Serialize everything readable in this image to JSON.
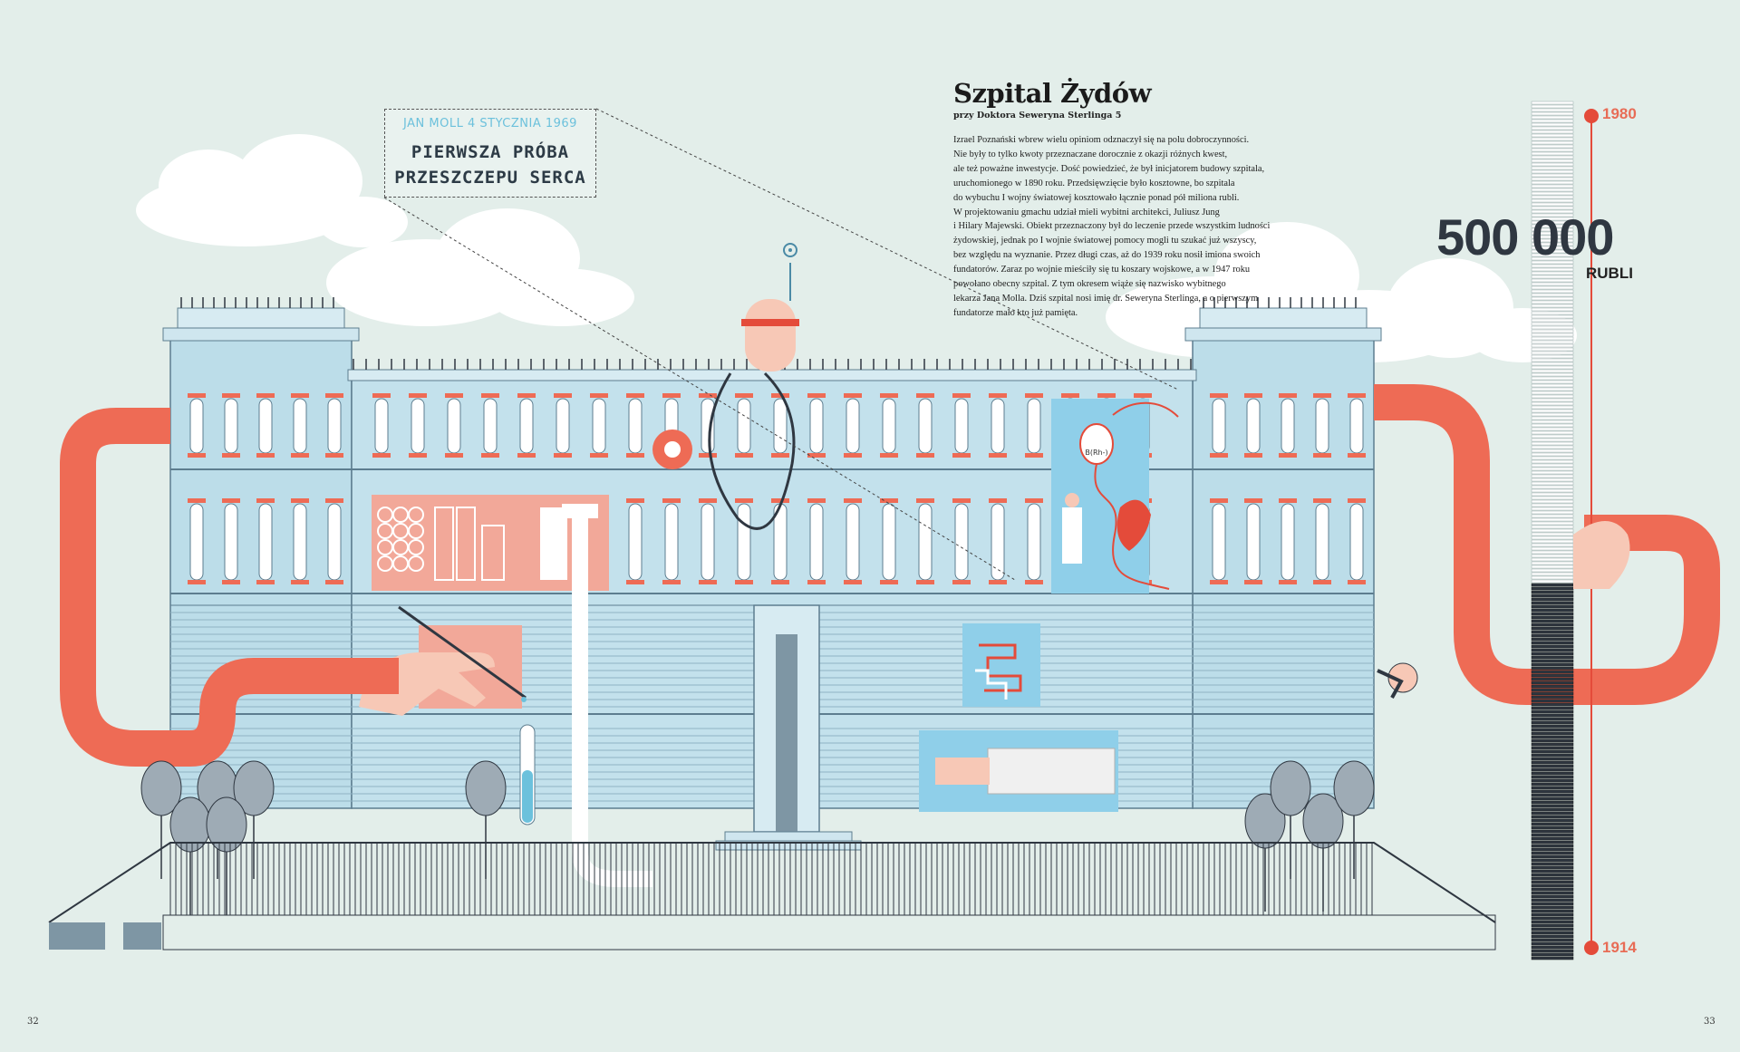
{
  "callout": {
    "date": "JAN MOLL 4 STYCZNIA 1969",
    "headline_line1": "PIERWSZA PRÓBA",
    "headline_line2": "PRZESZCZEPU SERCA"
  },
  "article": {
    "title": "Szpital Żydów",
    "subtitle": "przy Doktora Seweryna Sterlinga 5",
    "lines": [
      "Izrael Poznański wbrew wielu opiniom odznaczył się na polu dobroczynności.",
      "Nie były to tylko kwoty przeznaczane dorocznie z okazji różnych kwest,",
      "ale też poważne inwestycje. Dość powiedzieć, że był inicjatorem budowy szpitala,",
      "uruchomionego w 1890 roku. Przedsięwzięcie było kosztowne, bo  szpitala",
      "do wybuchu I wojny światowej kosztowało łącznie ponad pół miliona rubli.",
      "W projektowaniu gmachu udział mieli wybitni architekci, Juliusz Jung",
      "i Hilary Majewski. Obiekt przeznaczony był do leczenie przede wszystkim ludności",
      "żydowskiej, jednak po I wojnie światowej pomocy mogli tu szukać już wszyscy,",
      "bez względu na wyznanie. Przez długi czas, aż do 1939 roku nosił imiona swoich",
      "fundatorów. Zaraz po wojnie mieściły się tu koszary wojskowe, a w 1947 roku",
      "powołano obecny szpital. Z tym okresem wiąże się nazwisko wybitnego",
      "lekarza Jana Molla. Dziś szpital nosi imię dr. Seweryna Sterlinga, a o pierwszym",
      "fundatorze mało kto już pamięta."
    ]
  },
  "infographic": {
    "amount": "500 000",
    "unit": "RUBLI",
    "year_top": "1980",
    "year_bottom": "1914",
    "transfusion_label": "B(Rh-)"
  },
  "page_numbers": {
    "left": "32",
    "right": "33"
  },
  "colors": {
    "background": "#e3eeea",
    "building": "#b9dbe8",
    "pipe": "#ee6b55",
    "accent_blue": "#6cc1dc",
    "dark": "#2f3741"
  }
}
